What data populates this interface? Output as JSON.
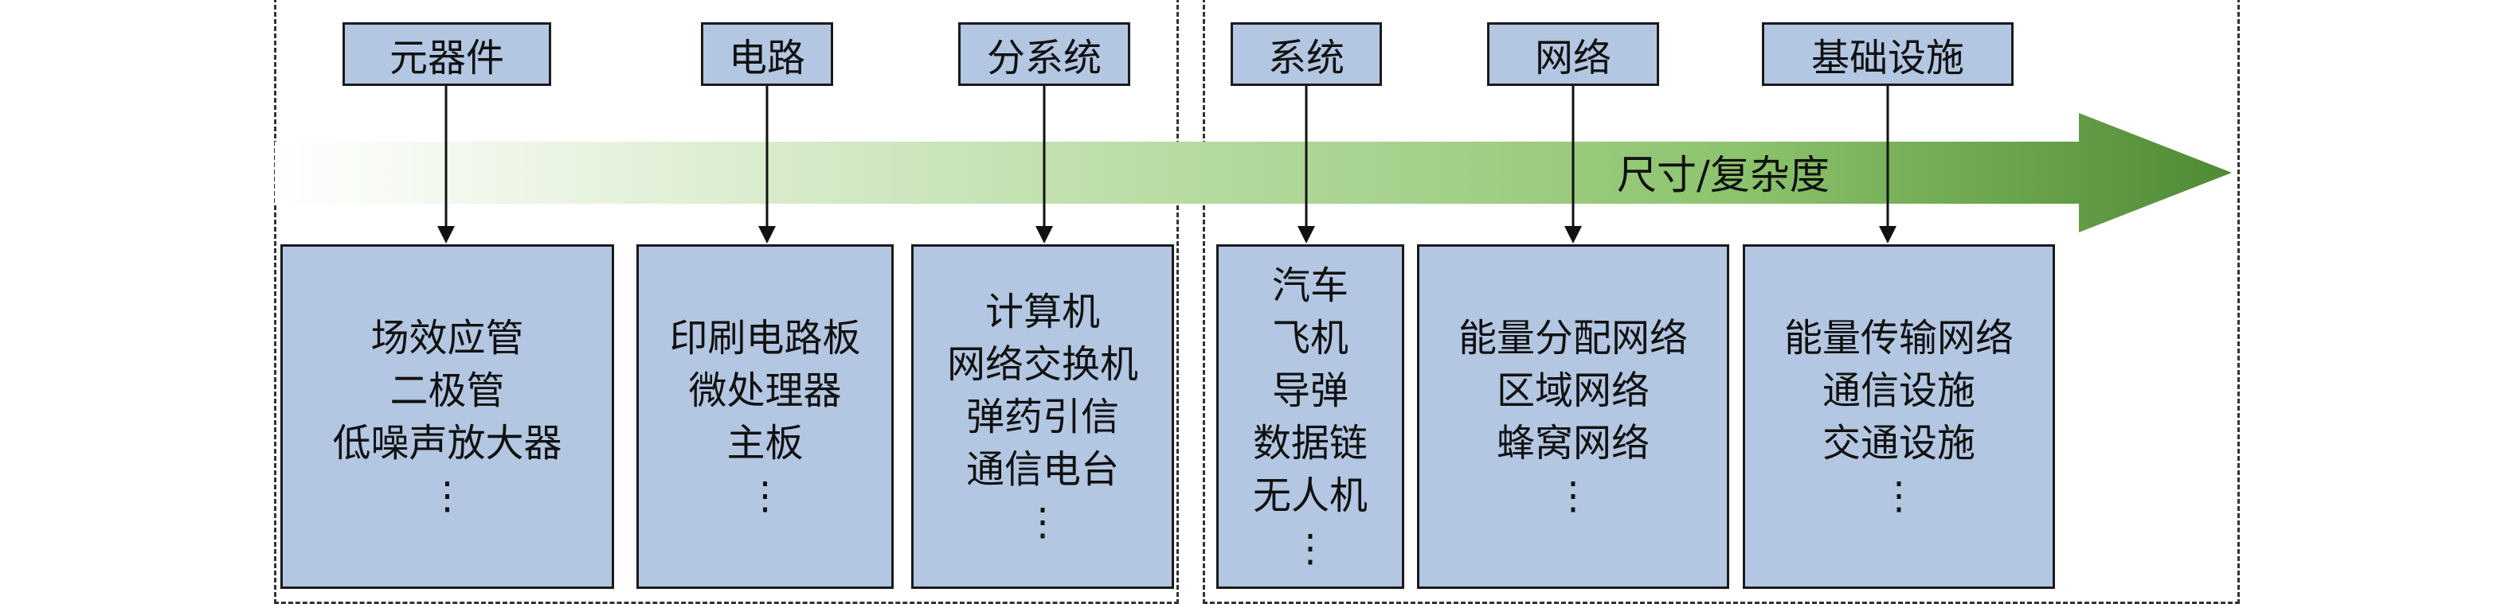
{
  "colors": {
    "box_fill": "#b3c7e2",
    "arrow_start": "#ffffff",
    "arrow_end": "#4f8a34"
  },
  "arrow_label": "尺寸/复杂度",
  "categories": [
    {
      "label": "元器件",
      "items": [
        "场效应管",
        "二极管",
        "低噪声放大器",
        "⋮"
      ]
    },
    {
      "label": "电路",
      "items": [
        "印刷电路板",
        "微处理器",
        "主板",
        "⋮"
      ]
    },
    {
      "label": "分系统",
      "items": [
        "计算机",
        "网络交换机",
        "弹药引信",
        "通信电台",
        "⋮"
      ]
    },
    {
      "label": "系统",
      "items": [
        "汽车",
        "飞机",
        "导弹",
        "数据链",
        "无人机",
        "⋮"
      ]
    },
    {
      "label": "网络",
      "items": [
        "能量分配网络",
        "区域网络",
        "蜂窝网络",
        "⋮"
      ]
    },
    {
      "label": "基础设施",
      "items": [
        "能量传输网络",
        "通信设施",
        "交通设施",
        "⋮"
      ]
    }
  ]
}
